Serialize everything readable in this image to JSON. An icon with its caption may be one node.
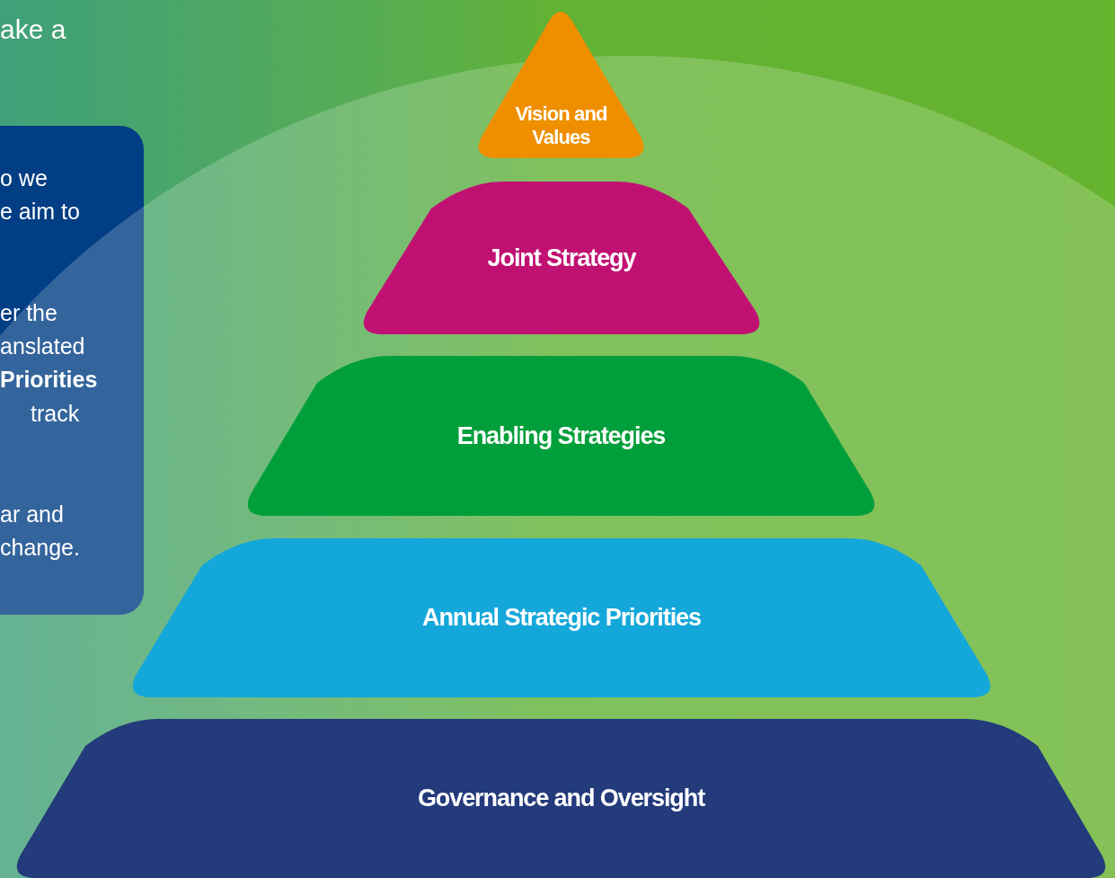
{
  "diagram": {
    "nodes": [
      {
        "text": [
          "o we",
          "e aim to",
          "er the",
          "anslated",
          "Priorities",
          "track",
          "ar and",
          "change."
        ]
      },
      {
        "text": [
          "Vision and Values"
        ]
      },
      {
        "text": [
          "Joint Strategy"
        ]
      },
      {
        "text": [
          "Enabling Strategies"
        ]
      },
      {
        "text": [
          "Annual Strategic Priorities"
        ]
      },
      {
        "text": [
          "Governance and Oversight"
        ]
      }
    ],
    "labels": [
      "ake a"
    ]
  }
}
